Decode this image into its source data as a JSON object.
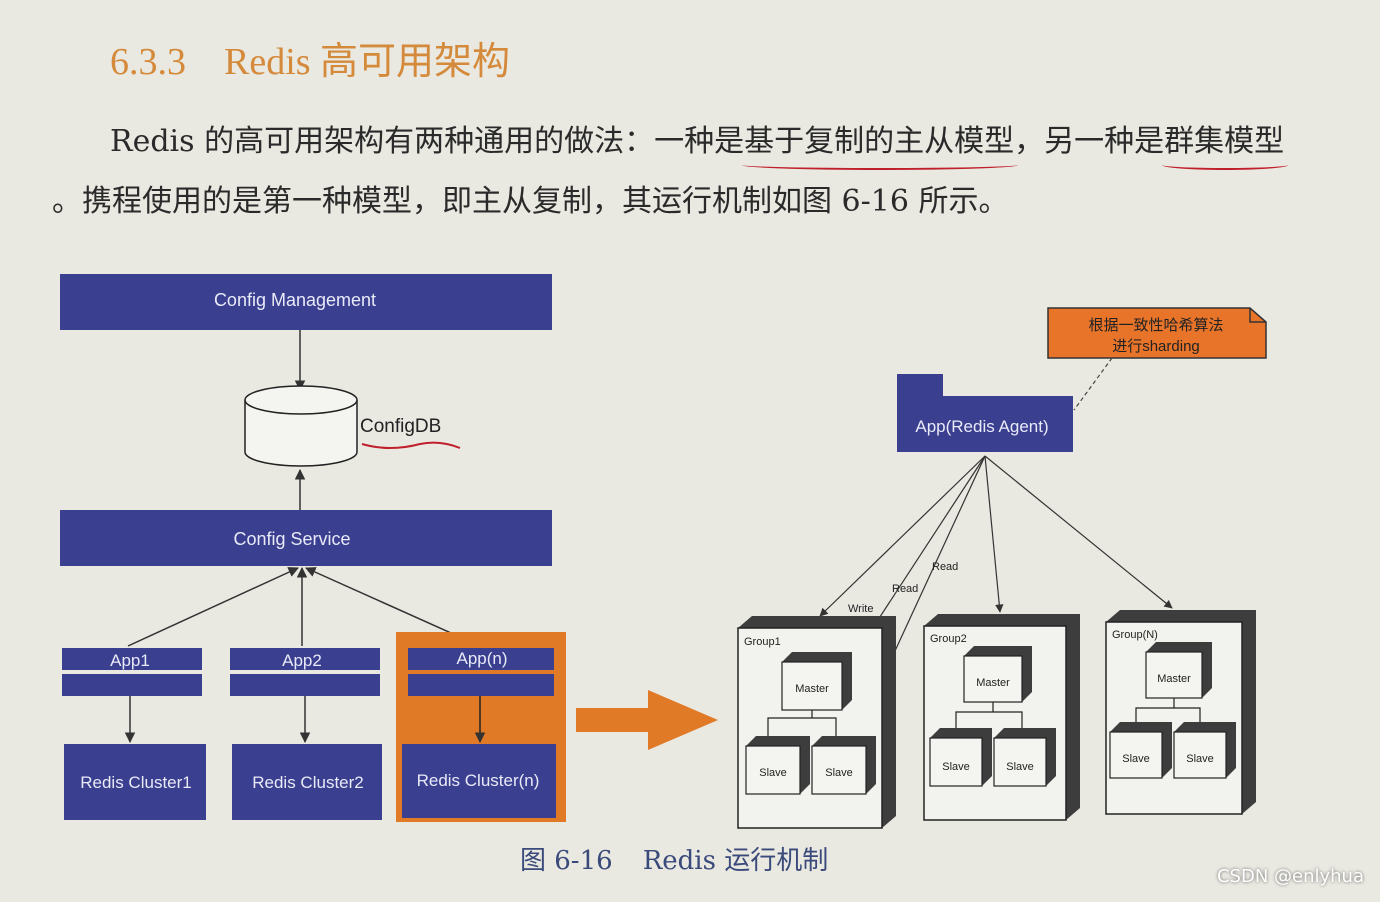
{
  "section": {
    "number": "6.3.3",
    "title": "Redis 高可用架构"
  },
  "paragraph": {
    "part1": "Redis 的高可用架构有两种通用的做法：一种是",
    "underline1": "基于复制的主从模型",
    "part2": "，另一种是",
    "underline2": "群集模型",
    "part3": "。携程使用的是第一种模型，即主从复制，其运行机制如图 6-16 所示。"
  },
  "diagram": {
    "config_management": "Config Management",
    "config_db": "ConfigDB",
    "config_service": "Config Service",
    "apps": [
      "App1",
      "App2",
      "App(n)"
    ],
    "clusters": [
      "Redis Cluster1",
      "Redis Cluster2",
      "Redis Cluster(n)"
    ],
    "note": [
      "根据一致性哈希算法",
      "进行sharding"
    ],
    "agent": "App(Redis Agent)",
    "edge_labels": [
      "Read",
      "Read",
      "Write"
    ],
    "groups": [
      {
        "name": "Group1",
        "master": "Master",
        "slaves": [
          "Slave",
          "Slave"
        ]
      },
      {
        "name": "Group2",
        "master": "Master",
        "slaves": [
          "Slave",
          "Slave"
        ]
      },
      {
        "name": "Group(N)",
        "master": "Master",
        "slaves": [
          "Slave",
          "Slave"
        ]
      }
    ],
    "colors": {
      "node": "#3a3f8f",
      "highlight": "#e07a26",
      "note": "#e8742a",
      "annotation": "#c0202b"
    }
  },
  "caption": {
    "figure": "图 6-16",
    "title": "Redis 运行机制"
  },
  "watermark": "CSDN @enlyhua"
}
